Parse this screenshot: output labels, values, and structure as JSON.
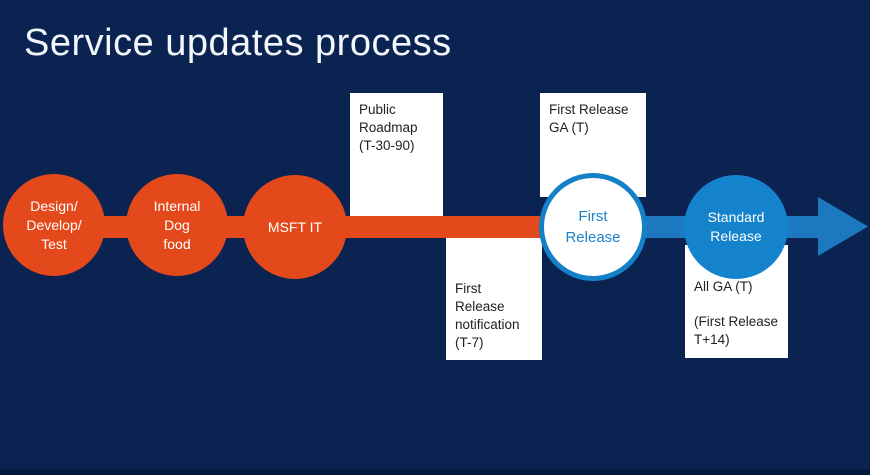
{
  "slide": {
    "title": "Service updates process"
  },
  "colors": {
    "background": "#0A2351",
    "orange": "#E4491C",
    "node_blue": "#1583CB",
    "ring_blue": "#1480C8",
    "arrow_blue": "#1C78BF",
    "callout_background": "#FFFFFF",
    "callout_text": "#212121",
    "title_text": "#F3F7FC"
  },
  "process_nodes": [
    {
      "id": "design-develop-test",
      "label": "Design/\nDevelop/\nTest",
      "style": "orange"
    },
    {
      "id": "internal-dog-food",
      "label": "Internal\nDog\nfood",
      "style": "orange"
    },
    {
      "id": "msft-it",
      "label": "MSFT IT",
      "style": "orange"
    },
    {
      "id": "first-release",
      "label": "First\nRelease",
      "style": "white-with-blue-ring"
    },
    {
      "id": "standard-release",
      "label": "Standard\nRelease",
      "style": "blue"
    }
  ],
  "callouts": [
    {
      "id": "public-roadmap",
      "text": "Public Roadmap (T-30-90)",
      "position": "above-timeline"
    },
    {
      "id": "first-release-notification",
      "text": "First Release notification (T-7)",
      "position": "below-timeline"
    },
    {
      "id": "first-release-ga",
      "text": "First Release GA (T)",
      "position": "above-timeline"
    },
    {
      "id": "all-ga",
      "line1": "All GA (T)",
      "line2": "(First Release T+14)",
      "position": "below-timeline"
    }
  ]
}
